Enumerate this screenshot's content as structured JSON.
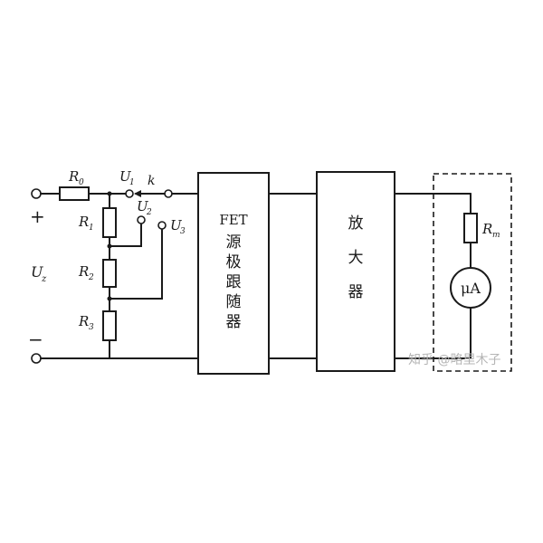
{
  "labels": {
    "r0": "R",
    "r0_sub": "0",
    "r1": "R",
    "r1_sub": "1",
    "r2": "R",
    "r2_sub": "2",
    "r3": "R",
    "r3_sub": "3",
    "rm": "R",
    "rm_sub": "m",
    "u1": "U",
    "u1_sub": "1",
    "u2": "U",
    "u2_sub": "2",
    "u3": "U",
    "u3_sub": "3",
    "ux": "U",
    "ux_sub": "z",
    "switch": "k",
    "plus": "+",
    "minus": "−",
    "meter": "μA"
  },
  "blocks": {
    "fet_line1": "FET",
    "fet_chars": [
      "源",
      "极",
      "跟",
      "随",
      "器"
    ],
    "amp_chars": [
      "放",
      "大",
      "器"
    ]
  },
  "watermark": "知乎 @略里木子"
}
